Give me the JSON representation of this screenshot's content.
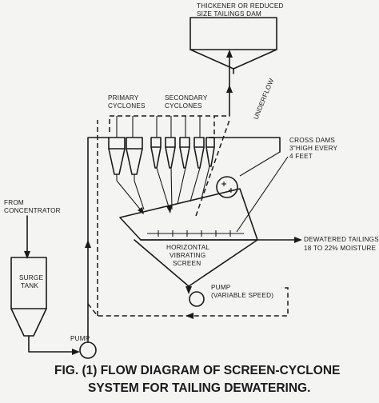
{
  "labels": {
    "thickener": [
      "THICKENER OR REDUCED",
      "SIZE TAILINGS DAM"
    ],
    "primary_cyclones": [
      "PRIMARY",
      "CYCLONES"
    ],
    "secondary_cyclones": [
      "SECONDARY",
      "CYCLONES"
    ],
    "underflow": "UNDERFLOW",
    "cross_dams": [
      "CROSS DAMS",
      "3\"HIGH EVERY",
      "4 FEET"
    ],
    "from_concentrator": [
      "FROM",
      "CONCENTRATOR"
    ],
    "dewatered_tailings": [
      "DEWATERED TAILINGS",
      "18 TO 22% MOISTURE"
    ],
    "screen": [
      "HORIZONTAL",
      "VIBRATING",
      "SCREEN"
    ],
    "pump_variable": [
      "PUMP",
      "(VARIABLE SPEED)"
    ],
    "surge_tank": [
      "SURGE",
      "TANK"
    ],
    "pump": "PUMP"
  },
  "caption": {
    "line1": "FIG. (1) FLOW DIAGRAM OF SCREEN-CYCLONE",
    "line2": "SYSTEM FOR TAILING DEWATERING."
  }
}
